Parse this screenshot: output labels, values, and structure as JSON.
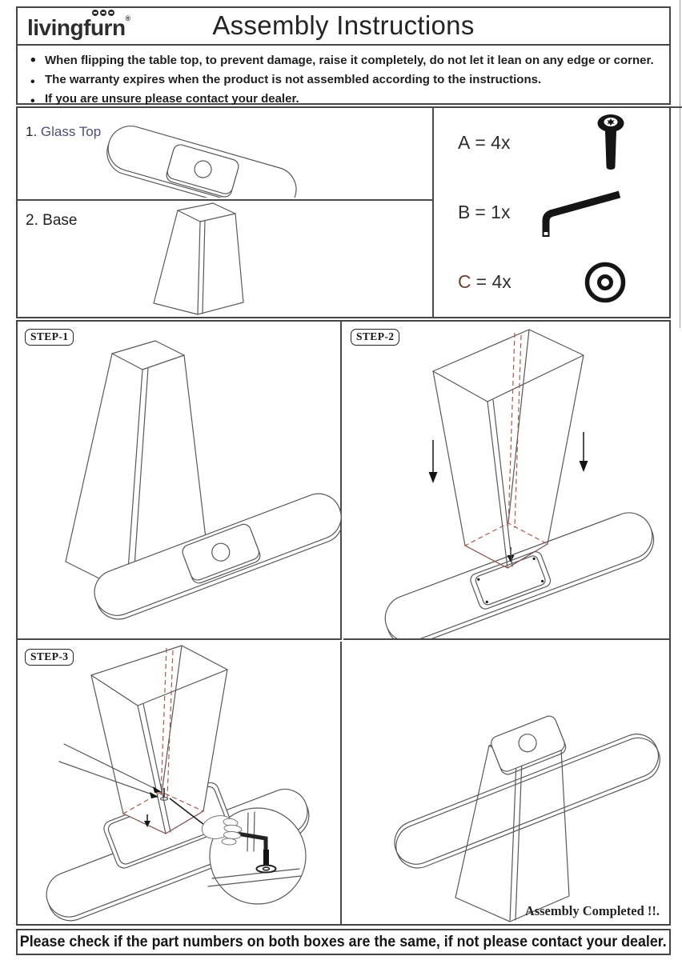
{
  "header": {
    "brand": "livingfurn",
    "brand_reg": "®",
    "title": "Assembly Instructions"
  },
  "notes": [
    "When flipping the table top, to prevent damage, raise it completely, do not let it lean on any edge or corner.",
    "The warranty expires when the product is not assembled according to the instructions.",
    "If you are unsure please contact your dealer."
  ],
  "parts": [
    {
      "number": "1.",
      "name": "Glass Top"
    },
    {
      "number": "2.",
      "name": "Base"
    }
  ],
  "hardware": [
    {
      "letter": "A",
      "rest": "= 4x",
      "icon": "torx-screw"
    },
    {
      "letter": "B",
      "rest": "= 1x",
      "icon": "allen-key"
    },
    {
      "letter": "C",
      "rest": "= 4x",
      "icon": "washer"
    }
  ],
  "steps": [
    {
      "label": "STEP-1"
    },
    {
      "label": "STEP-2"
    },
    {
      "label": "STEP-3"
    }
  ],
  "completed_text": "Assembly Completed !!.",
  "footer": "Please check if the part numbers on both boxes are the same, if not please contact your dealer.",
  "colors": {
    "line": "#58585a",
    "guide_red": "#a85a49",
    "part_name_blue": "#4a5170",
    "hardware_c": "#6b4238",
    "border": "#454545"
  }
}
